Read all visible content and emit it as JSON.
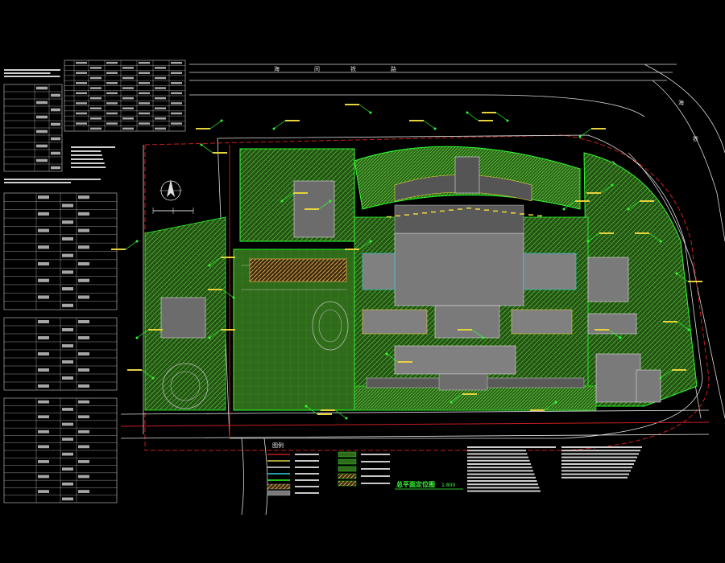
{
  "drawing": {
    "title": "总平面定位图",
    "scale": "1:800",
    "road_label_north": [
      "海",
      "间",
      "铁",
      "路"
    ],
    "road_label_east": [
      "海",
      "铁"
    ],
    "legend_title": "图例"
  },
  "colors": {
    "background": "#000000",
    "grass": "#2f6b1a",
    "grass_hatch": "#56c23a",
    "building": "#7a7a7a",
    "road_red": "#c81e1e",
    "boundary_green": "#2dff2d",
    "parking": "#d8a24a",
    "dimension_yellow": "#e6d23c",
    "line_white": "#e0e0e0",
    "cyan": "#30d0e0"
  },
  "icons": [
    "north-arrow-icon"
  ]
}
